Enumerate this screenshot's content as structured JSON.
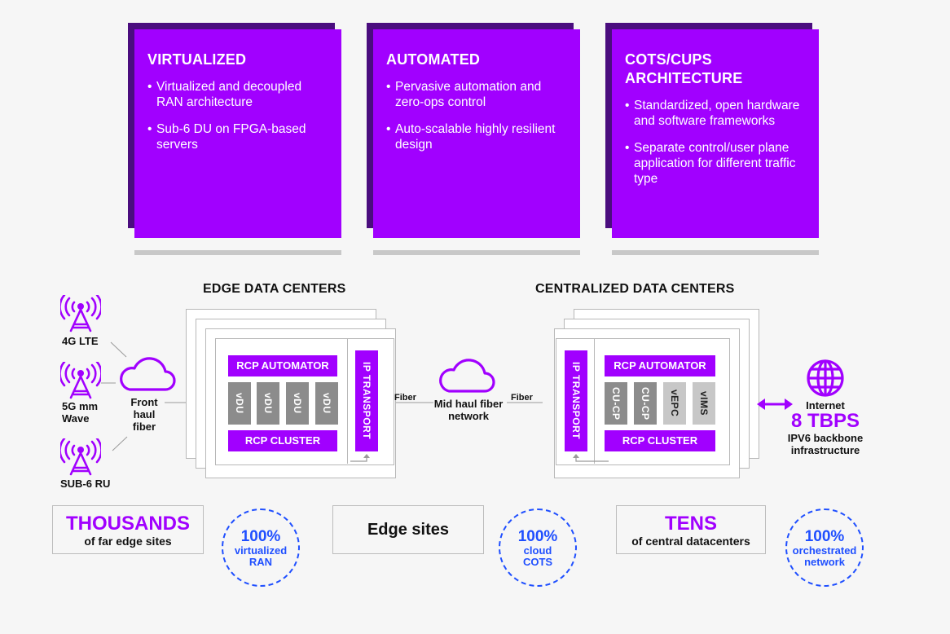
{
  "cards": [
    {
      "title": "VIRTUALIZED",
      "bullets": [
        "Virtualized and decoupled RAN architecture",
        "Sub-6 DU on FPGA-based servers"
      ]
    },
    {
      "title": "AUTOMATED",
      "bullets": [
        "Pervasive automation and zero-ops control",
        "Auto-scalable highly resilient design"
      ]
    },
    {
      "title": "COTS/CUPS ARCHITECTURE",
      "bullets": [
        "Standardized, open hardware and software frameworks",
        "Separate control/user plane application for different traffic type"
      ]
    }
  ],
  "edge_title": "EDGE DATA CENTERS",
  "central_title": "CENTRALIZED DATA CENTERS",
  "towers": [
    "4G LTE",
    "5G mm Wave",
    "SUB-6 RU"
  ],
  "front_haul": "Front haul fiber",
  "edge": {
    "automator": "RCP AUTOMATOR",
    "cluster": "RCP CLUSTER",
    "units": [
      "vDU",
      "vDU",
      "vDU",
      "vDU"
    ],
    "transport": "IP TRANSPORT"
  },
  "fiber_left": "Fiber",
  "fiber_right": "Fiber",
  "mid_haul": "Mid haul fiber network",
  "central": {
    "automator": "RCP AUTOMATOR",
    "cluster": "RCP CLUSTER",
    "units": [
      "CU-CP",
      "CU-CP",
      "vEPC",
      "vIMS"
    ],
    "transport": "IP TRANSPORT"
  },
  "internet": {
    "label": "Internet",
    "speed": "8 TBPS",
    "desc": "IPV6 backbone infrastructure"
  },
  "bottom": {
    "thousands": {
      "big": "THOUSANDS",
      "small": "of far edge sites"
    },
    "edge_sites": "Edge sites",
    "tens": {
      "big": "TENS",
      "small": "of central datacenters"
    },
    "circles": [
      {
        "big": "100%",
        "small1": "virtualized",
        "small2": "RAN"
      },
      {
        "big": "100%",
        "small1": "cloud",
        "small2": "COTS"
      },
      {
        "big": "100%",
        "small1": "orchestrated",
        "small2": "network"
      }
    ]
  },
  "colors": {
    "purple": "#a100ff",
    "dark_purple": "#4a0d7e",
    "blue": "#1f4fff",
    "gray": "#8c8c8c"
  }
}
